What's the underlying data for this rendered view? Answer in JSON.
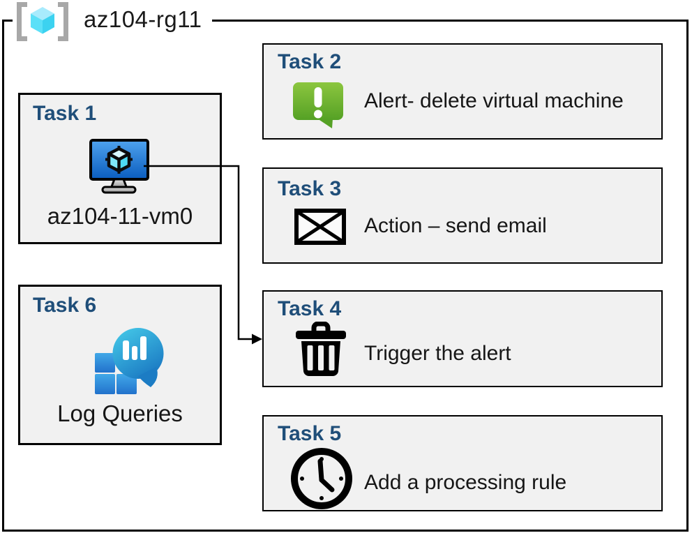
{
  "resource_group": {
    "name": "az104-rg11",
    "icon": "resource-group-icon"
  },
  "tasks": [
    {
      "title": "Task 1",
      "label": "az104-11-vm0",
      "icon": "virtual-machine-icon"
    },
    {
      "title": "Task 2",
      "label": "Alert- delete virtual machine",
      "icon": "alert-message-icon"
    },
    {
      "title": "Task 3",
      "label": "Action – send email",
      "icon": "email-envelope-icon"
    },
    {
      "title": "Task 4",
      "label": "Trigger the alert",
      "icon": "trash-can-icon"
    },
    {
      "title": "Task 5",
      "label": "Add a processing rule",
      "icon": "clock-icon"
    },
    {
      "title": "Task 6",
      "label": "Log Queries",
      "icon": "log-analytics-icon"
    }
  ],
  "connector": {
    "from": "Task 1",
    "to": "Task 4"
  },
  "colors": {
    "task_title": "#1F4E79",
    "box_fill": "#F1F1F1",
    "box_border": "#000000",
    "alert_green_top": "#8CC63F",
    "alert_green_bottom": "#55A125",
    "vm_blue_top": "#4FA3EE",
    "vm_blue_bottom": "#0A5CBE",
    "cube_cyan": "#50E6FF",
    "log_teal_top": "#47CDEA",
    "log_blue_bottom": "#1C7CC4",
    "squares_blue": "#2E86D8",
    "bracket_gray": "#A8A8A8"
  }
}
